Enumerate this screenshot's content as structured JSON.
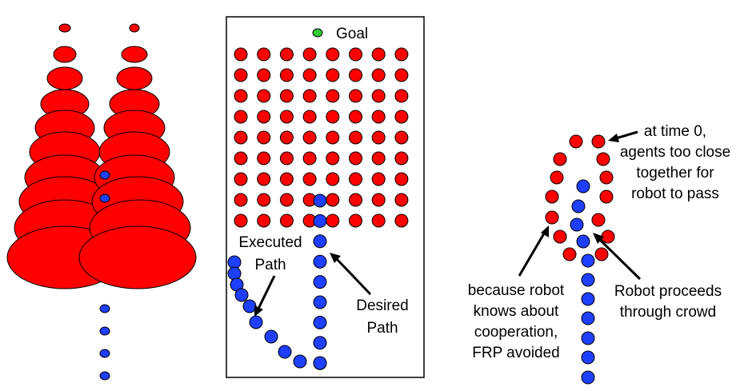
{
  "panel_middle": {
    "goal_label": "Goal",
    "executed_label": [
      "Executed",
      "Path"
    ],
    "desired_label": [
      "Desired",
      "Path"
    ]
  },
  "panel_right": {
    "time0_note": [
      "at time 0,",
      "agents too close",
      "together for",
      "robot to pass"
    ],
    "cooperation_note": [
      "because robot",
      "knows about",
      "cooperation,",
      "FRP avoided"
    ],
    "proceeds_note": [
      "Robot proceeds",
      "through crowd"
    ]
  },
  "colors": {
    "agent_fill": "#ff0000",
    "robot_fill": "#1f3fff",
    "goal_fill": "#33cc33",
    "outline": "#000000"
  }
}
